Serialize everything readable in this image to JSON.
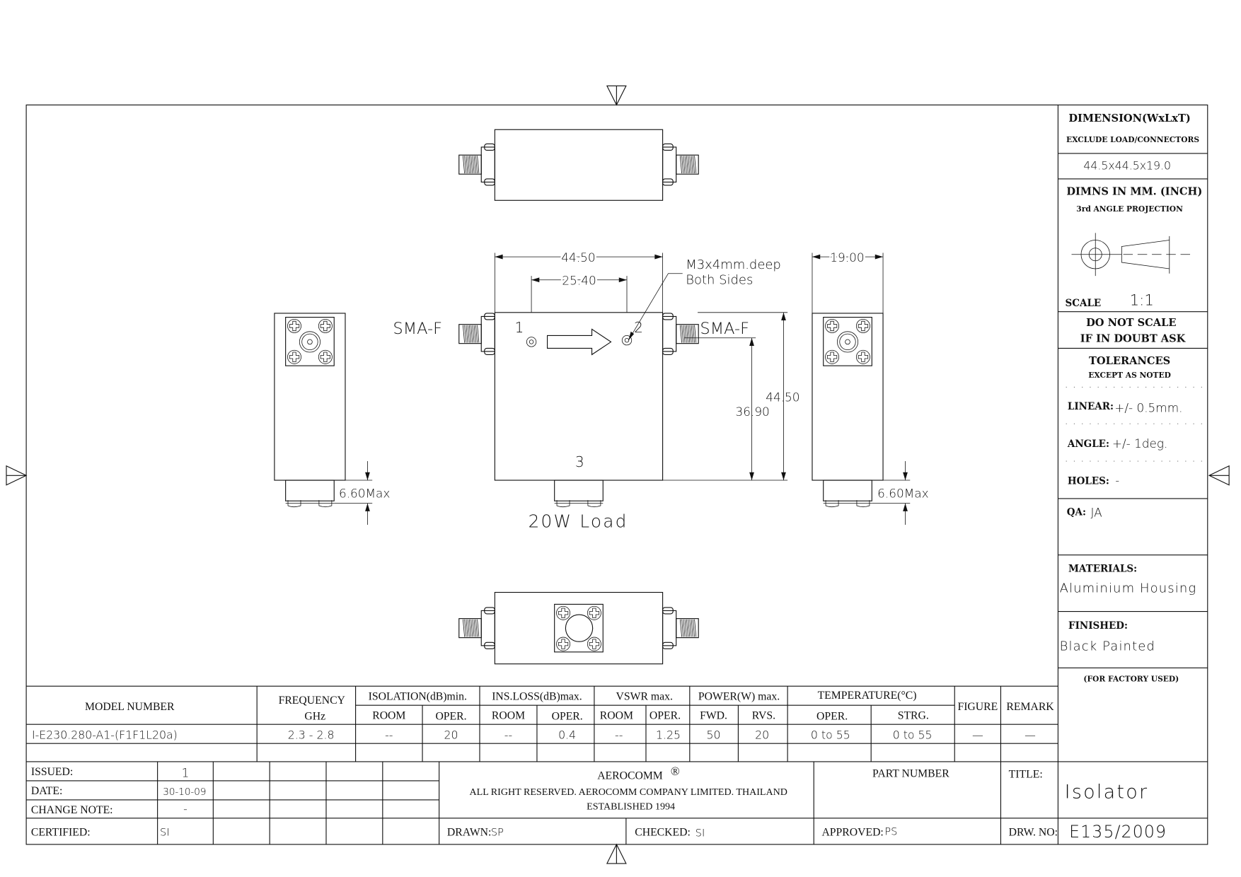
{
  "drawing": {
    "sma_left": "SMA-F",
    "sma_right": "SMA-F",
    "port1": "1",
    "port2": "2",
    "port3": "3",
    "load": "20W Load",
    "dim_width": "44.50",
    "dim_port_spacing": "25.40",
    "dim_height": "44.50",
    "dim_port_offset": "36.90",
    "dim_thickness": "19.00",
    "dim_load_left": "6.60Max",
    "dim_load_right": "6.60Max",
    "note_line1": "M3x4mm.deep",
    "note_line2": "Both Sides"
  },
  "side_panel": {
    "dimension_title": "DIMENSION(WxLxT)",
    "dimension_sub": "EXCLUDE LOAD/CONNECTORS",
    "dimension_value": "44.5x44.5x19.0",
    "units": "DIMNS  IN  MM.  (INCH)",
    "projection": "3rd  ANGLE  PROJECTION",
    "scale_label": "SCALE",
    "scale_value": "1:1",
    "no_scale_1": "DO  NOT  SCALE",
    "no_scale_2": "IF  IN  DOUBT  ASK",
    "tolerances": "TOLERANCES",
    "except_noted": "EXCEPT  AS  NOTED",
    "linear_label": "LINEAR:",
    "linear_value": "+/-  0.5mm.",
    "angle_label": "ANGLE:",
    "angle_value": "+/-  1deg.",
    "holes_label": "HOLES:",
    "holes_value": "-",
    "qa_label": "QA:",
    "qa_value": "JA",
    "materials_label": "MATERIALS:",
    "materials_value": "Aluminium Housing",
    "finished_label": "FINISHED:",
    "finished_value": "Black Painted",
    "factory": "(FOR FACTORY USED)"
  },
  "spec_table": {
    "model_header": "MODEL  NUMBER",
    "freq_header_1": "FREQUENCY",
    "freq_header_2": "GHz",
    "isolation_header": "ISOLATION(dB)min.",
    "insloss_header": "INS.LOSS(dB)max.",
    "vswr_header": "VSWR  max.",
    "power_header": "POWER(W)  max.",
    "temp_header": "TEMPERATURE(°C)",
    "figure_header": "FIGURE",
    "remark_header": "REMARK",
    "sub": {
      "iso_room": "ROOM",
      "iso_oper": "OPER.",
      "il_room": "ROOM",
      "il_oper": "OPER.",
      "vswr_room": "ROOM",
      "vswr_oper": "OPER.",
      "pw_fwd": "FWD.",
      "pw_rvs": "RVS.",
      "temp_oper": "OPER.",
      "temp_strg": "STRG."
    },
    "row": {
      "model": "I-E230.280-A1-(F1F1L20a)",
      "freq": "2.3  -  2.8",
      "iso_room": "--",
      "iso_oper": "20",
      "il_room": "--",
      "il_oper": "0.4",
      "vswr_room": "--",
      "vswr_oper": "1.25",
      "pw_fwd": "50",
      "pw_rvs": "20",
      "temp_oper": "0 to 55",
      "temp_strg": "0 to 55",
      "figure": "—",
      "remark": "—"
    }
  },
  "title_block": {
    "issued_label": "ISSUED:",
    "issued_value": "1",
    "date_label": "DATE:",
    "date_value": "30-10-09",
    "change_label": "CHANGE  NOTE:",
    "change_value": "-",
    "certified_label": "CERTIFIED:",
    "certified_value": "SI",
    "company": "AEROCOMM",
    "registered": "®",
    "rights": "ALL  RIGHT  RESERVED.  AEROCOMM  COMPANY  LIMITED.  THAILAND",
    "established": "ESTABLISHED  1994",
    "drawn_label": "DRAWN:",
    "drawn_value": "SP",
    "checked_label": "CHECKED:",
    "checked_value": "SI",
    "part_number_label": "PART  NUMBER",
    "approved_label": "APPROVED:",
    "approved_value": "PS",
    "title_label": "TITLE:",
    "title_value": "Isolator",
    "drw_no_label": "DRW.  NO:",
    "drw_no_value": "E135/2009"
  }
}
